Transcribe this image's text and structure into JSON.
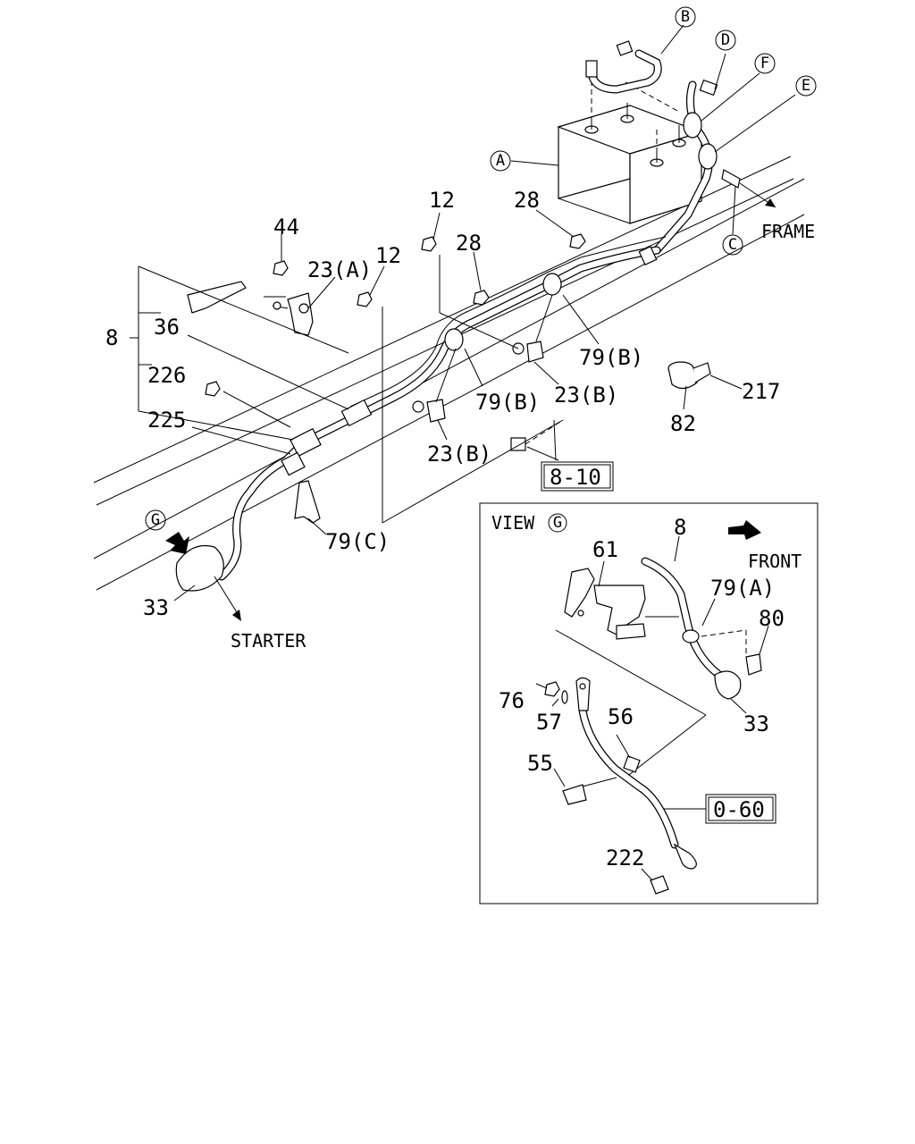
{
  "callouts": {
    "A": "A",
    "B": "B",
    "C": "C",
    "D": "D",
    "E": "E",
    "F": "F",
    "G": "G",
    "G_view": "G"
  },
  "labels": {
    "frame": "FRAME",
    "starter": "STARTER",
    "front": "FRONT",
    "view": "VIEW"
  },
  "part_numbers": {
    "p44": "44",
    "p23A": "23(A)",
    "p12a": "12",
    "p12b": "12",
    "p28a": "28",
    "p28b": "28",
    "p8": "8",
    "p36": "36",
    "p226": "226",
    "p225": "225",
    "p79Ba": "79(B)",
    "p79Bb": "79(B)",
    "p23Ba": "23(B)",
    "p23Bb": "23(B)",
    "p79C": "79(C)",
    "p33": "33",
    "p82": "82",
    "p217": "217"
  },
  "view_g_parts": {
    "p61": "61",
    "p8": "8",
    "p79A": "79(A)",
    "p80": "80",
    "p76": "76",
    "p57": "57",
    "p56": "56",
    "p55": "55",
    "p33": "33",
    "p222": "222"
  },
  "ref_boxes": {
    "ref810": "8-10",
    "ref060": "0-60"
  }
}
